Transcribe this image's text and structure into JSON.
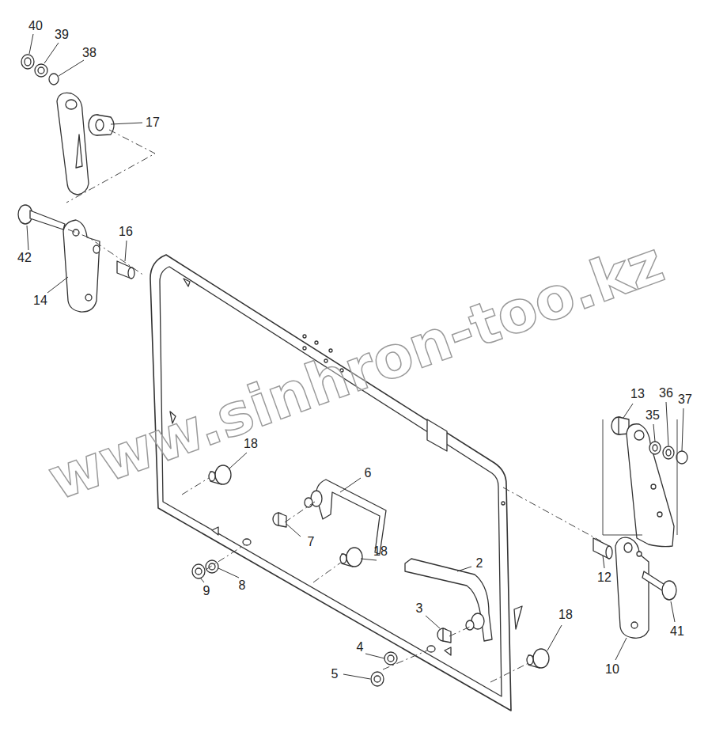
{
  "diagram": {
    "labels": [
      "40",
      "39",
      "38",
      "17",
      "42",
      "16",
      "14",
      "18",
      "6",
      "7",
      "9",
      "8",
      "18",
      "2",
      "3",
      "4",
      "5",
      "18",
      "13",
      "36",
      "35",
      "37",
      "12",
      "41",
      "10",
      "www.sinhron-too.kz"
    ]
  }
}
